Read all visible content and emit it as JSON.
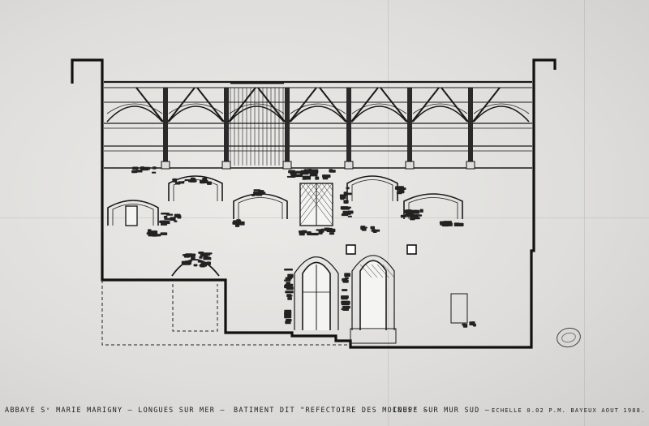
{
  "caption": {
    "part1": "ABBAYE  Sᵛ MARIE MARIGNY – LONGUES SUR MER –",
    "part2": "BATIMENT  DIT \"REFECTOIRE DES MOINES\" –",
    "part3": "COUPE  SUR MUR SUD –",
    "part4": "ECHELLE 0.02  P.M. BAYEUX  AOUT 1988."
  },
  "colors": {
    "paper": "#e4e3e0",
    "ink": "#141414"
  },
  "stamp": "circular-archive-stamp"
}
